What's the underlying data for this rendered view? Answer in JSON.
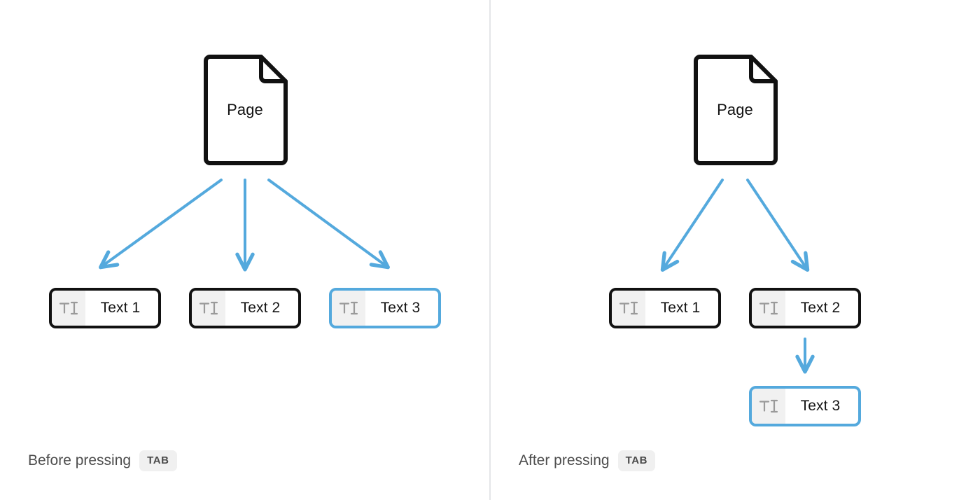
{
  "colors": {
    "arrow_blue": "#54a9dd",
    "selected_border": "#54a9dd",
    "node_border": "#111111",
    "icon_cell_bg": "#f1f1f1",
    "divider": "#e4e6e8",
    "kbd_bg": "#f0f0f0",
    "caption_text": "#4d4d4d",
    "page_bg": "#ffffff"
  },
  "panels": {
    "before": {
      "caption_text": "Before pressing",
      "caption_key": "TAB",
      "page": {
        "label": "Page",
        "icon": "document-page-icon"
      },
      "nodes": [
        {
          "label": "Text 1",
          "icon": "text-cursor-icon",
          "selected": false
        },
        {
          "label": "Text 2",
          "icon": "text-cursor-icon",
          "selected": false
        },
        {
          "label": "Text 3",
          "icon": "text-cursor-icon",
          "selected": true
        }
      ]
    },
    "after": {
      "caption_text": "After pressing",
      "caption_key": "TAB",
      "page": {
        "label": "Page",
        "icon": "document-page-icon"
      },
      "nodes": [
        {
          "label": "Text 1",
          "icon": "text-cursor-icon",
          "selected": false
        },
        {
          "label": "Text 2",
          "icon": "text-cursor-icon",
          "selected": false
        },
        {
          "label": "Text 3",
          "icon": "text-cursor-icon",
          "selected": true
        }
      ]
    }
  }
}
